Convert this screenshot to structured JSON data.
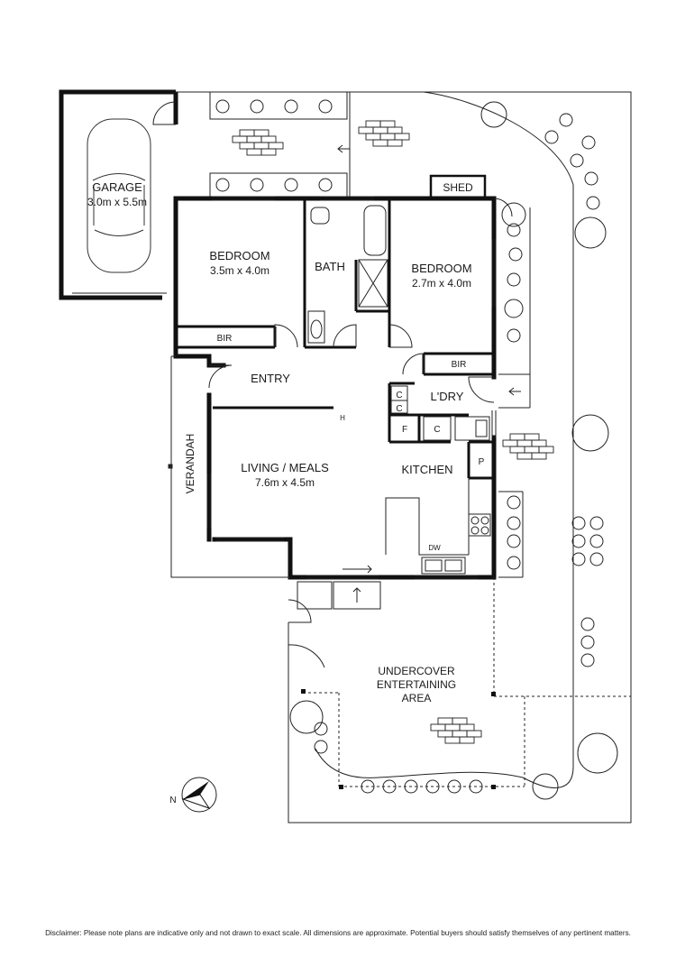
{
  "rooms": {
    "garage": {
      "name": "GARAGE",
      "size": "3.0m x 5.5m"
    },
    "bedroom_left": {
      "name": "BEDROOM",
      "size": "3.5m x 4.0m"
    },
    "bath": {
      "name": "BATH"
    },
    "bedroom_right": {
      "name": "BEDROOM",
      "size": "2.7m x 4.0m"
    },
    "shed": {
      "name": "SHED"
    },
    "bir_left": {
      "name": "BIR"
    },
    "bir_right": {
      "name": "BIR"
    },
    "entry": {
      "name": "ENTRY"
    },
    "laundry": {
      "name": "L'DRY"
    },
    "living": {
      "name": "LIVING / MEALS",
      "size": "7.6m x 4.5m"
    },
    "kitchen": {
      "name": "KITCHEN"
    },
    "verandah": {
      "name": "VERANDAH"
    },
    "entertaining": {
      "line1": "UNDERCOVER",
      "line2": "ENTERTAINING",
      "line3": "AREA"
    }
  },
  "fixtures": {
    "cupboard_1": "C",
    "cupboard_2": "C",
    "cupboard_3": "C",
    "fridge": "F",
    "pantry": "P",
    "heater": "H",
    "dishwasher": "DW"
  },
  "compass": {
    "north_label": "N"
  },
  "disclaimer": "Disclaimer: Please note plans are indicative only and not drawn to exact scale. All dimensions are approximate. Potential buyers should satisfy themselves of any pertinent matters."
}
